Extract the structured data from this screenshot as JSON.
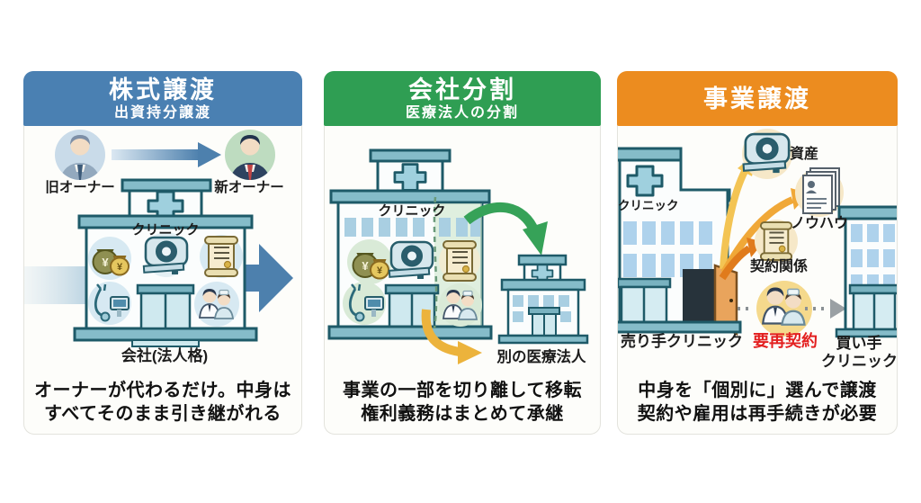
{
  "panel1": {
    "title": "株式譲渡",
    "subtitle": "出資持分譲渡",
    "header_color": "#4a80b2",
    "old_owner_label": "旧オーナー",
    "new_owner_label": "新オーナー",
    "clinic_label": "クリニック",
    "company_label": "会社(法人格)",
    "caption_line1": "オーナーが代わるだけ。中身は",
    "caption_line2": "すべてそのまま引き継がれる"
  },
  "panel2": {
    "title": "会社分割",
    "subtitle": "医療法人の分割",
    "header_color": "#2f9e53",
    "clinic_label": "クリニック",
    "other_corp_label": "別の医療法人",
    "caption_line1": "事業の一部を切り離して移転",
    "caption_line2": "権利義務はまとめて承継"
  },
  "panel3": {
    "title": "事業譲渡",
    "header_color": "#ec8c1f",
    "clinic_label": "クリニック",
    "assets_label": "資産",
    "knowhow_label": "ノウハウ",
    "contracts_label": "契約関係",
    "seller_label": "売り手クリニック",
    "recontract_label": "要再契約",
    "buyer_label_line1": "買い手",
    "buyer_label_line2": "クリニック",
    "caption_line1": "中身を「個別に」選んで譲渡",
    "caption_line2": "契約や雇用は再手続きが必要"
  },
  "icons": {
    "yen_symbol": "¥"
  },
  "colors": {
    "stock_blue": "#4a80b2",
    "split_green": "#2f9e53",
    "transfer_orange": "#ec8c1f",
    "big_arrow_blue": "#4d80ad",
    "split_arrow_green": "#36a258",
    "split_arrow_yellow": "#ecb33c",
    "transfer_arrow_orange": "#e07b1c",
    "alert_red": "#e32020"
  }
}
